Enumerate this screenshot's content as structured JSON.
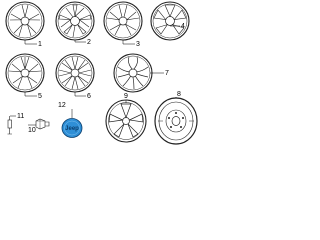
{
  "diagram": {
    "callouts": {
      "c1": "1",
      "c2": "2",
      "c3": "3",
      "c4": "4",
      "c5": "5",
      "c6": "6",
      "c7": "7",
      "c8": "8",
      "c9": "9",
      "c10": "10",
      "c11": "11",
      "c12": "12"
    },
    "center_cap_logo": "Jeep",
    "colors": {
      "line": "#222222",
      "highlight": "#2f8fd6",
      "logo": "#0a3d6b"
    }
  }
}
